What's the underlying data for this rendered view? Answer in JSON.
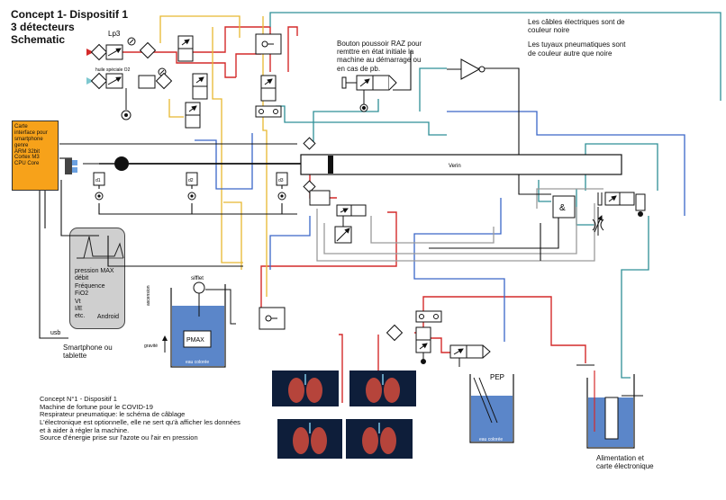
{
  "header": {
    "line1": "Concept 1- Dispositif 1",
    "line2": "3 détecteurs",
    "line3": "Schematic"
  },
  "notes_top_right": {
    "line1": "Les câbles électriques sont de",
    "line2": "couleur noire",
    "line3": "Les tuyaux pneumatiques sont",
    "line4": "de couleur autre que noire"
  },
  "raz_button": {
    "line1": "Bouton poussoir RAZ pour",
    "line2": "remttre en état initiale la",
    "line3": "machine au démarrage ou",
    "line4": "en cas de pb."
  },
  "controller": {
    "lines": [
      "Carte",
      "interface pour",
      "smartphone",
      "genre",
      "ARM 32bit",
      "Cortex M3",
      "CPU Core"
    ]
  },
  "phone": {
    "list": [
      "pression MAX",
      "débit",
      "Fréquence",
      "FiO2",
      "Vt",
      "I/E",
      "etc."
    ],
    "os": "Android"
  },
  "labels": {
    "lp3": "Lp3",
    "oil": "huile spéciale O2",
    "verin": "Verin",
    "d1": "d1",
    "d2": "d2",
    "d3": "d3",
    "usb": "usb",
    "smartphone1": "Smartphone ou",
    "smartphone2": "tablette",
    "sifflet": "sifflet",
    "pmax": "PMAX",
    "eau1": "eau colorée",
    "eau2": "eau colorée",
    "gravite": "gravité",
    "aussi": "ascension",
    "pep": "PEP",
    "and_gate": "&",
    "alim1": "Alimentation et",
    "alim2": "carte électronique"
  },
  "concept_notes": [
    "Concept N°1 - Dispositif 1",
    "Machine de fortune pour le COVID-19",
    "Respirateur pneumatique: le schéma de câblage",
    "L'électronique est optionnelle, elle ne sert qu'à afficher les données",
    "et à aider à régler la machine.",
    "Source d'énergie prise sur l'azote ou l'air en pression"
  ],
  "colors": {
    "red": "#d42a2a",
    "yellow": "#e8b830",
    "teal": "#2e8f96",
    "blue": "#3a66c8",
    "gray": "#9a9a9a",
    "black": "#111111",
    "water": "#5b86c9",
    "controller": "#f7a21a"
  }
}
